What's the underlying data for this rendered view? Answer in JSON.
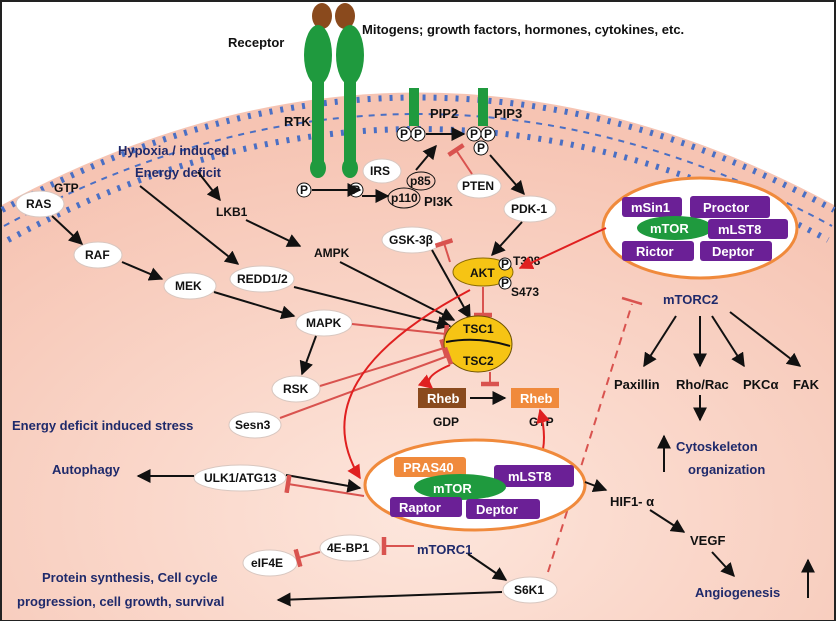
{
  "header": {
    "receptor_label": "Receptor",
    "stimuli_label": "Mitogens; growth factors,  hormones, cytokines, etc."
  },
  "membrane": {
    "rtk_label": "RTK",
    "pip2_label": "PIP2",
    "pip3_label": "PIP3",
    "phospho_symbol": "P"
  },
  "nodes": {
    "irs": "IRS",
    "p85": "p85",
    "p110": "p110",
    "pi3k": "PI3K",
    "pten": "PTEN",
    "pdk1": "PDK-1",
    "ras": "RAS",
    "gtp_small": "GTP",
    "raf": "RAF",
    "mek": "MEK",
    "lkb1": "LKB1",
    "redd": "REDD1/2",
    "ampk": "AMPK",
    "mapk": "MAPK",
    "rsk": "RSK",
    "gsk3b": "GSK-3β",
    "akt": "AKT",
    "t308": "T308",
    "s473": "S473",
    "tsc1": "TSC1",
    "tsc2": "TSC2",
    "rheb_gdp": "Rheb",
    "gdp": "GDP",
    "rheb_gtp": "Rheb",
    "gtp": "GTP",
    "sesn3": "Sesn3",
    "ulk1": "ULK1/ATG13",
    "ebp1": "4E-BP1",
    "eif4e": "eIF4E",
    "s6k1": "S6K1"
  },
  "labels": {
    "hypoxia_line1": "Hypoxia / induced",
    "hypoxia_line2": "Energy deficit",
    "energy_stress": "Energy deficit induced stress",
    "autophagy": "Autophagy",
    "protein_line1": "Protein synthesis, Cell cycle",
    "protein_line2": "progression, cell growth, survival",
    "mtorc1": "mTORC1",
    "mtorc2": "mTORC2",
    "paxillin": "Paxillin",
    "rho_rac": "Rho/Rac",
    "pkca": "PKCα",
    "fak": "FAK",
    "cyto_line1": "Cytoskeleton",
    "cyto_line2": "organization",
    "hif1": "HIF1- α",
    "vegf": "VEGF",
    "angiogenesis": "Angiogenesis"
  },
  "mtorc2_complex": {
    "msin1": "mSin1",
    "proctor": "Proctor",
    "mtor": "mTOR",
    "mlst8": "mLST8",
    "rictor": "Rictor",
    "deptor": "Deptor"
  },
  "mtorc1_complex": {
    "pras40": "PRAS40",
    "mlst8": "mLST8",
    "mtor": "mTOR",
    "raptor": "Raptor",
    "deptor": "Deptor"
  },
  "colors": {
    "cell_fill": "#fbd9cf",
    "membrane_blue": "#4a6fc4",
    "receptor_green": "#1f9a3e",
    "receptor_brown": "#8a4a1d",
    "purple": "#6b2096",
    "orange_box": "#f08a3c",
    "akt_yellow": "#f6c414",
    "inhibit_red": "#d9534f",
    "text_navy": "#1f2a6b"
  }
}
